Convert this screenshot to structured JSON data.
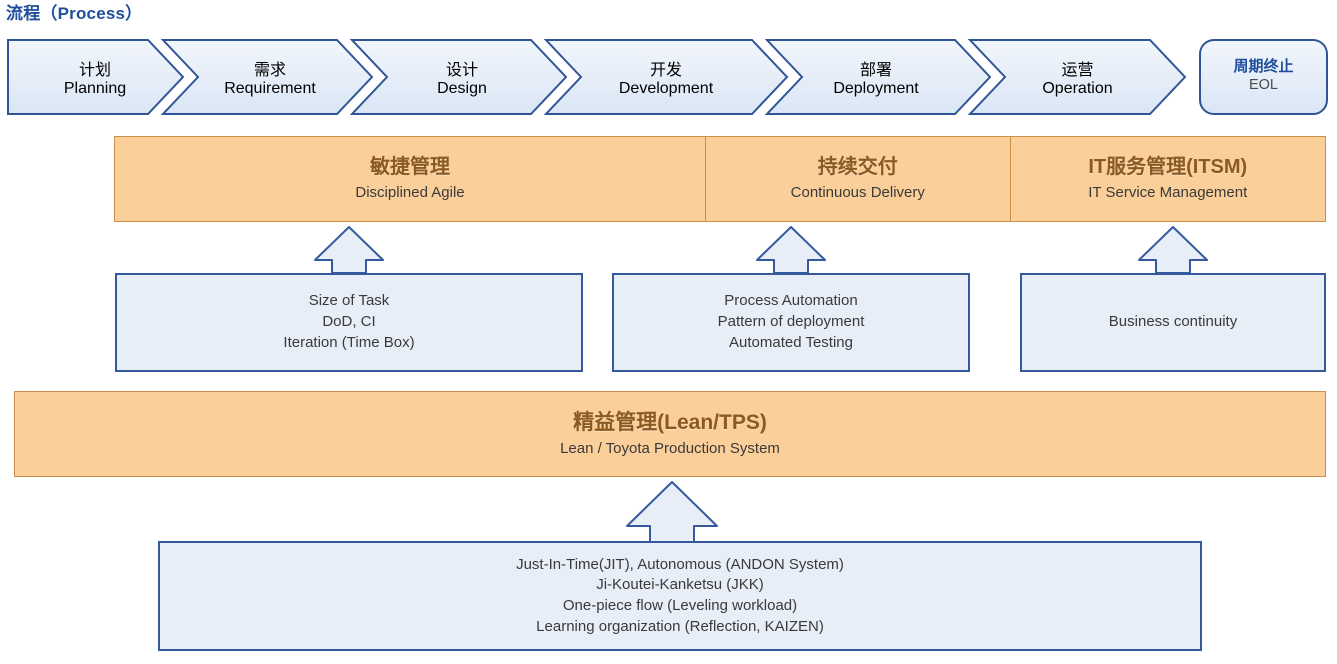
{
  "title": "流程（Process）",
  "process": {
    "steps": [
      {
        "cn": "计划",
        "en": "Planning"
      },
      {
        "cn": "需求",
        "en": "Requirement"
      },
      {
        "cn": "设计",
        "en": "Design"
      },
      {
        "cn": "开发",
        "en": "Development"
      },
      {
        "cn": "部署",
        "en": "Deployment"
      },
      {
        "cn": "运营",
        "en": "Operation"
      }
    ],
    "end": {
      "cn": "周期终止",
      "en": "EOL"
    }
  },
  "practice_band": {
    "cells": [
      {
        "cn": "敏捷管理",
        "en": "Disciplined Agile"
      },
      {
        "cn": "持续交付",
        "en": "Continuous Delivery"
      },
      {
        "cn": "IT服务管理(ITSM)",
        "en": "IT Service Management"
      }
    ]
  },
  "detail_boxes": [
    {
      "lines": [
        "Size of Task",
        "DoD, CI",
        "Iteration (Time Box)"
      ]
    },
    {
      "lines": [
        "Process Automation",
        "Pattern of deployment",
        "Automated Testing"
      ]
    },
    {
      "lines": [
        "Business continuity"
      ]
    }
  ],
  "lean_band": {
    "cn": "精益管理(Lean/TPS)",
    "en": "Lean / Toyota Production System"
  },
  "lean_detail": {
    "lines": [
      "Just-In-Time(JIT), Autonomous (ANDON System)",
      "Ji-Koutei-Kanketsu (JKK)",
      "One-piece flow (Leveling workload)",
      "Learning organization (Reflection, KAIZEN)"
    ]
  },
  "colors": {
    "title_blue": "#1f4e9c",
    "chevron_fill": "#e4ecf8",
    "chevron_stroke": "#2f5597",
    "orange_fill": "#fbcf9a",
    "orange_stroke": "#c8904a",
    "orange_text": "#8a5a22",
    "blue_fill": "#e8eef8",
    "blue_stroke": "#36599e"
  },
  "icons": {
    "arrow_up": "arrow-up-icon",
    "chevron_right": "chevron-right-icon"
  }
}
